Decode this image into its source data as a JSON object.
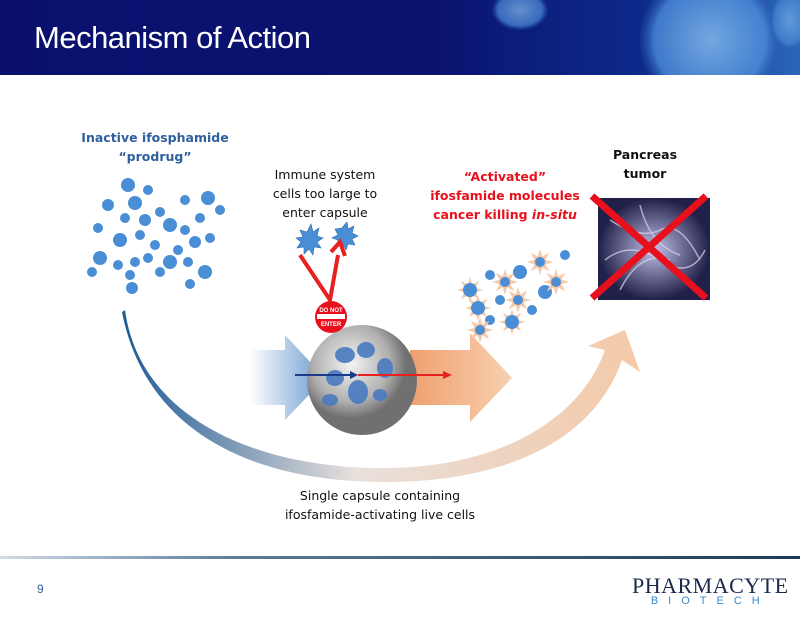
{
  "header": {
    "title": "Mechanism of Action"
  },
  "labels": {
    "prodrug": [
      "Inactive ifosphamide",
      "“prodrug”"
    ],
    "immune": [
      "Immune system",
      "cells too large to",
      "enter capsule"
    ],
    "activated": [
      "“Activated”",
      "ifosfamide molecules",
      "cancer killing ",
      "in-situ"
    ],
    "tumor": [
      "Pancreas",
      "tumor"
    ],
    "capsule": [
      "Single capsule containing",
      "ifosfamide-activating live cells"
    ],
    "sign": [
      "DO NOT",
      "ENTER"
    ]
  },
  "footer": {
    "page_number": "9",
    "logo_line1": "PHARMACYTE",
    "logo_line2": "BIOTECH"
  },
  "colors": {
    "header": "#0a0f6e",
    "blue_text": "#2e5f9e",
    "red_text": "#e8101c",
    "dot": "#4a8fd6"
  }
}
